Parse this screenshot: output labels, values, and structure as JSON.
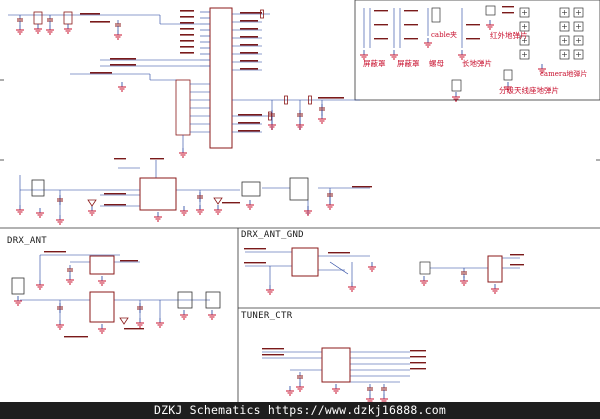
{
  "sections": {
    "drx_ant": "DRX_ANT",
    "drx_ant_gnd": "DRX_ANT_GND",
    "tuner_ctr": "TUNER_CTR"
  },
  "labels": {
    "shield_1": "屏蔽罩",
    "shield_2": "屏蔽罩",
    "screw": "螺母",
    "cable_clip": "cable夹",
    "long_ground_spring": "长地弹片",
    "ir_ground_spring": "红外地弹片",
    "camera_ground_spring": "camera地弹片",
    "diversity_ant_spring": "分级天线座地弹片"
  },
  "footer": {
    "watermark": "DZKJ Schematics https://www.dzkj16888.com"
  },
  "colors": {
    "wire": "#1f3f9e",
    "component": "#8b1a1a",
    "ground": "#c8102e",
    "net_label": "#7a1a1a",
    "border": "#333333"
  }
}
